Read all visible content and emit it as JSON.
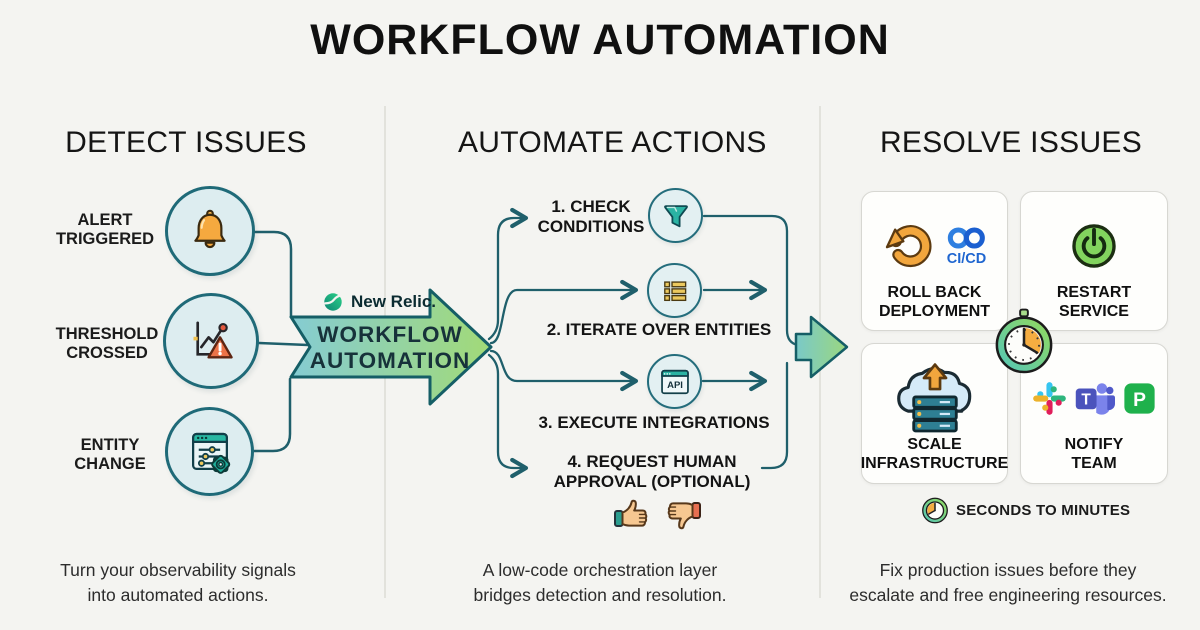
{
  "title": "WORKFLOW AUTOMATION",
  "detect": {
    "header": "DETECT ISSUES",
    "items": [
      {
        "icon": "bell-icon",
        "line1": "ALERT",
        "line2": "TRIGGERED"
      },
      {
        "icon": "chart-warning-icon",
        "line1": "THRESHOLD",
        "line2": "CROSSED"
      },
      {
        "icon": "window-settings-icon",
        "line1": "ENTITY",
        "line2": "CHANGE"
      }
    ],
    "caption1": "Turn your observability signals",
    "caption2": "into automated actions."
  },
  "hub": {
    "logo": "New Relic.",
    "arrow1": "WORKFLOW",
    "arrow2": "AUTOMATION"
  },
  "automate": {
    "header": "AUTOMATE ACTIONS",
    "steps": [
      {
        "icon": "funnel-icon",
        "line1": "1. CHECK",
        "line2": "CONDITIONS"
      },
      {
        "icon": "list-icon",
        "label": "2. ITERATE OVER ENTITIES"
      },
      {
        "icon": "api-window-icon",
        "label": "3. EXECUTE INTEGRATIONS",
        "icon_text": "API"
      },
      {
        "icon": "thumbs-up-down-icon",
        "line1": "4. REQUEST HUMAN",
        "line2": "APPROVAL (OPTIONAL)"
      }
    ],
    "caption1": "A low-code orchestration layer",
    "caption2": "bridges detection and resolution."
  },
  "resolve": {
    "header": "RESOLVE ISSUES",
    "cards": [
      {
        "icon": "rollback-cicd-icon",
        "badge": "CI/CD",
        "line1": "ROLL BACK",
        "line2": "DEPLOYMENT"
      },
      {
        "icon": "power-icon",
        "line1": "RESTART",
        "line2": "SERVICE"
      },
      {
        "icon": "cloud-scale-icon",
        "line1": "SCALE",
        "line2": "INFRASTRUCTURE"
      },
      {
        "icon": "chat-apps-icon",
        "teams_letter": "T",
        "pagerduty_letter": "P",
        "line1": "NOTIFY",
        "line2": "TEAM"
      }
    ],
    "timing": "SECONDS TO MINUTES",
    "caption1": "Fix production issues before they",
    "caption2": "escalate and free engineering resources."
  },
  "colors": {
    "background": "#f4f4f1",
    "line_teal": "#1f5f6b",
    "arrow_gradient_start": "#85ccd3",
    "arrow_gradient_end": "#a2da77",
    "circle_fill": "#ddedf0",
    "alert_orange": "#f5a93f",
    "warning_red": "#ec7348",
    "action_teal": "#2bb3a3",
    "cicd_blue": "#2f7fe0",
    "power_green": "#82d45e",
    "teams_purple": "#4B53BC",
    "pagerduty_green": "#1fb14c",
    "clock_orange": "#f5ad41"
  }
}
